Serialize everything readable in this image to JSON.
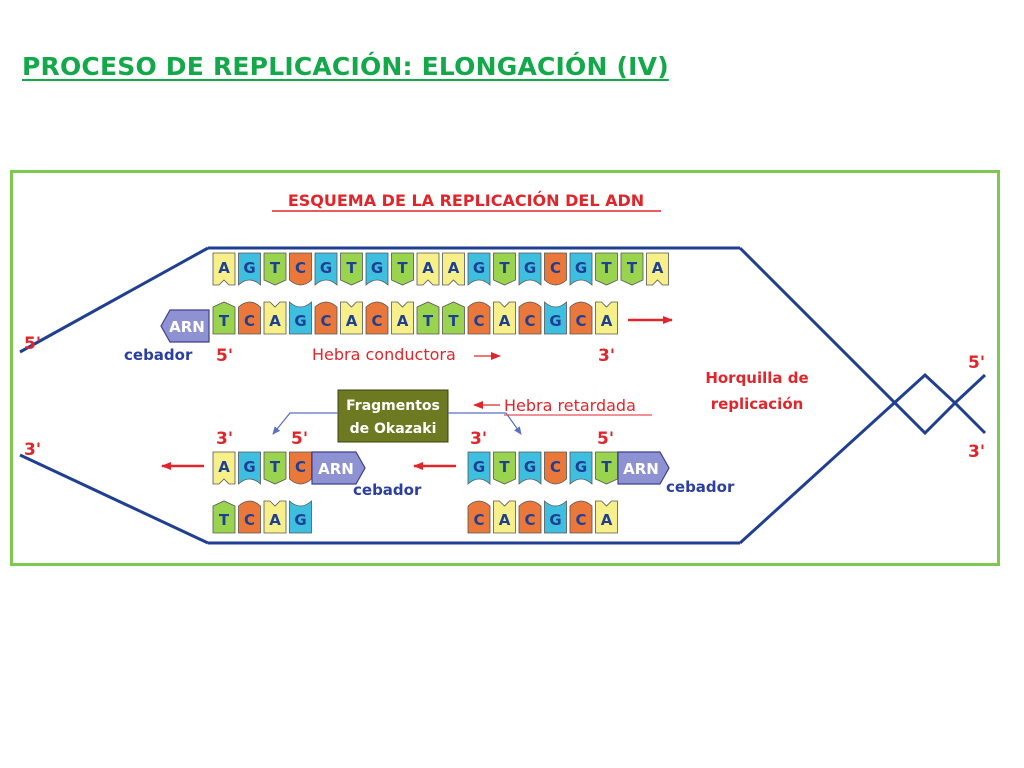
{
  "slide": {
    "title": "PROCESO DE REPLICACIÓN: ELONGACIÓN (IV)"
  },
  "diagram": {
    "title": "ESQUEMA DE LA REPLICACIÓN DEL ADN",
    "labels": {
      "left_top_end": "5'",
      "left_bottom_end": "3'",
      "right_top_end": "5'",
      "right_bottom_end": "3'",
      "leading_5": "5'",
      "leading_3": "3'",
      "lag_a_3": "3'",
      "lag_a_5": "5'",
      "lag_b_3": "3'",
      "lag_b_5": "5'",
      "primer": "ARN",
      "primer_caption": "cebador",
      "leading_strand": "Hebra conductora",
      "lagging_strand": "Hebra retardada",
      "okazaki_line1": "Fragmentos",
      "okazaki_line2": "de Okazaki",
      "fork_line1": "Horquilla de",
      "fork_line2": "replicación"
    },
    "strands": {
      "top_template": [
        "A",
        "G",
        "T",
        "C",
        "G",
        "T",
        "G",
        "T",
        "A",
        "A",
        "G",
        "T",
        "G",
        "C",
        "G",
        "T",
        "T",
        "A"
      ],
      "leading_new": [
        "T",
        "C",
        "A",
        "G",
        "C",
        "A",
        "C",
        "A",
        "T",
        "T",
        "C",
        "A",
        "C",
        "G",
        "C",
        "A"
      ],
      "lag_a_template": [
        "A",
        "G",
        "T",
        "C"
      ],
      "lag_a_new": [
        "T",
        "C",
        "A",
        "G"
      ],
      "lag_b_template": [
        "G",
        "T",
        "G",
        "C",
        "G",
        "T"
      ],
      "lag_b_new": [
        "C",
        "A",
        "C",
        "G",
        "C",
        "A"
      ]
    },
    "colors": {
      "A": "#f7f08a",
      "T": "#9ad44f",
      "G": "#3fbfe0",
      "C": "#e9783a",
      "backbone": "#1f3f93",
      "label_red": "#e0262b",
      "label_blue": "#2b3f9f",
      "primer_fill": "#8f92d2",
      "okazaki_fill": "#6e7a22",
      "title_green": "#13a84a",
      "frame_green": "#7ec850"
    }
  }
}
